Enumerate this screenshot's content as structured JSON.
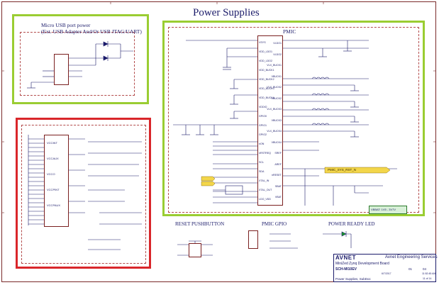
{
  "sheet": {
    "title": "Power Supplies",
    "zone_labels": {
      "pmic": "PMIC",
      "usb_line1": "Micro USB port power",
      "usb_line2": "(Ext. USB Adapter And/Or USB JTAG/UART)",
      "reset": "RESET PUSHBUTTON",
      "pmic_gpio": "PMIC GPIO",
      "power_ready": "POWER READY LED"
    },
    "pmic_left_pins": [
      "VSYS",
      "VDD_LDO1",
      "VDD_LDO2",
      "VDD_BUCK1",
      "VDD_BUCK2",
      "VDD_BUCK3",
      "VDD_BUCK4",
      "VDDIO",
      "GPIO0",
      "GPIO1",
      "GPIO2",
      "nON",
      "nRSTREQ",
      "SCL",
      "SDA",
      "XTAL_IN",
      "XTAL_OUT",
      "LDO_VDD"
    ],
    "pmic_right_pins": [
      "VLDO1",
      "VLDO2",
      "VLX_BUCK1",
      "VBUCK1",
      "VLX_BUCK2",
      "VBUCK2",
      "VLX_BUCK3",
      "VBUCK3",
      "VLX_BUCK4",
      "VBUCK4",
      "SREF",
      "AREF",
      "nRESET",
      "SBAT",
      "VBAT"
    ],
    "bank_labels": [
      "VCCINT",
      "VCCAUX",
      "VCCO",
      "VCCPINT",
      "VCCPAUX"
    ],
    "notes": {
      "nreset_net": "PMIC_SYS_RST_N",
      "battery_note": "VBBAT: 1V5 - 3V7V"
    },
    "title_block": {
      "company_logo": "AVNET",
      "company": "Avnet Engineering Services",
      "project": "MiniZed Zynq Development Board",
      "doc_number": "SCH-MI10EV",
      "rev": "04",
      "sheet": "01",
      "sheet_name": "Power Supplies, SubDoc",
      "date": "6/7/2017",
      "time": "11:52:45 AM",
      "page": "11 of 14"
    }
  }
}
